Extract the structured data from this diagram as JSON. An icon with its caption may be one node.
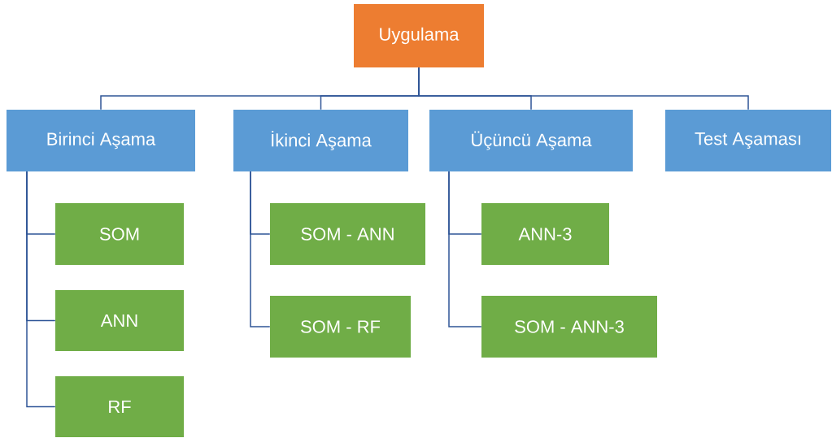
{
  "diagram": {
    "nodes": [
      {
        "text": [
          "Uygulama"
        ]
      },
      {
        "text": [
          "Birinci Aşama"
        ]
      },
      {
        "text": [
          "İkinci Aşama"
        ]
      },
      {
        "text": [
          "Üçüncü Aşama"
        ]
      },
      {
        "text": [
          "Test Aşaması"
        ]
      },
      {
        "text": [
          "SOM"
        ]
      },
      {
        "text": [
          "ANN"
        ]
      },
      {
        "text": [
          "RF"
        ]
      },
      {
        "text": [
          "SOM - ANN"
        ]
      },
      {
        "text": [
          "SOM - RF"
        ]
      },
      {
        "text": [
          "ANN-3"
        ]
      },
      {
        "text": [
          "SOM - ANN-3"
        ]
      }
    ],
    "edges": [
      {
        "from": 0,
        "to": 1,
        "arrow": "none"
      },
      {
        "from": 0,
        "to": 2,
        "arrow": "none"
      },
      {
        "from": 0,
        "to": 3,
        "arrow": "none"
      },
      {
        "from": 0,
        "to": 4,
        "arrow": "none"
      },
      {
        "from": 1,
        "to": 5,
        "arrow": "none"
      },
      {
        "from": 1,
        "to": 6,
        "arrow": "none"
      },
      {
        "from": 1,
        "to": 7,
        "arrow": "none"
      },
      {
        "from": 2,
        "to": 8,
        "arrow": "none"
      },
      {
        "from": 2,
        "to": 9,
        "arrow": "none"
      },
      {
        "from": 3,
        "to": 10,
        "arrow": "none"
      },
      {
        "from": 3,
        "to": 11,
        "arrow": "none"
      }
    ]
  }
}
